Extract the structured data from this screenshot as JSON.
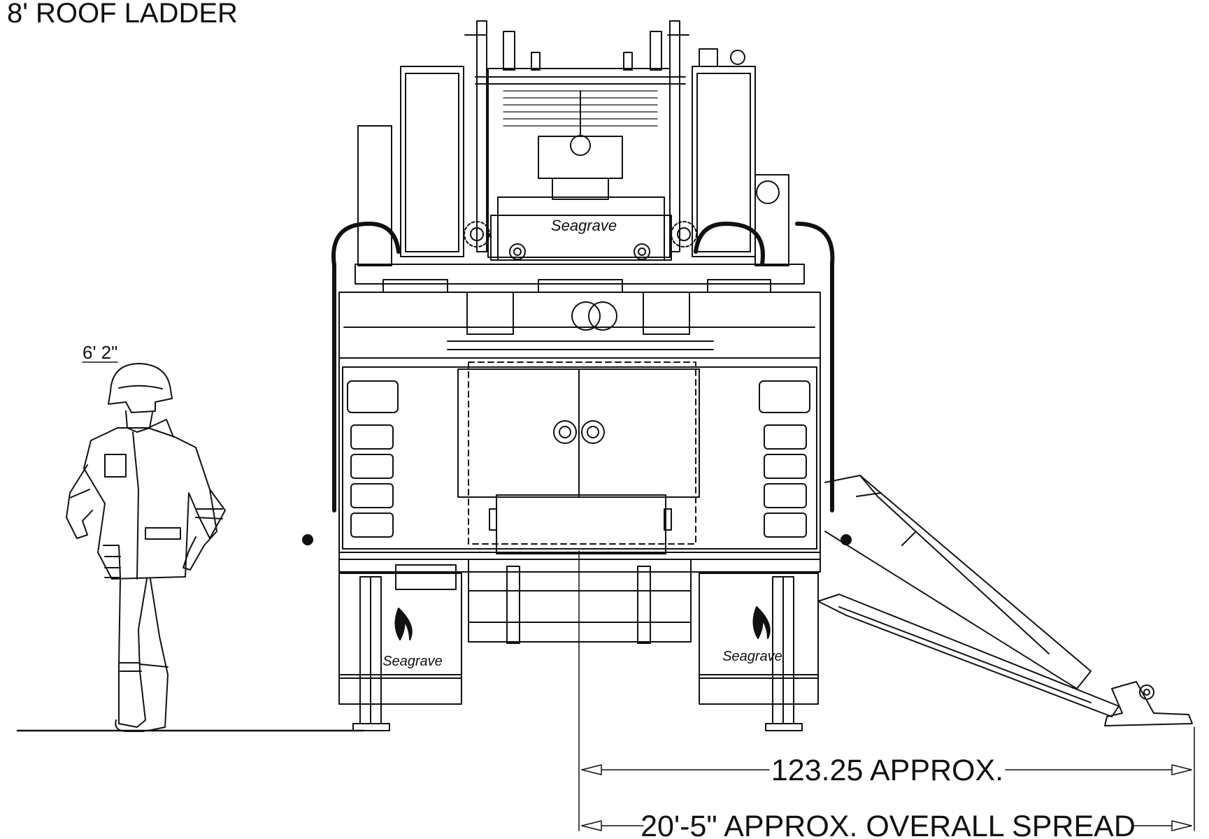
{
  "title": "8' ROOF LADDER",
  "person_height": "6' 2\"",
  "dim_inner": "123.25 APPROX.",
  "dim_outer": "20'-5\" APPROX. OVERALL SPREAD",
  "brand": "Seagrave",
  "colors": {
    "line": "#111111",
    "background": "#ffffff"
  }
}
